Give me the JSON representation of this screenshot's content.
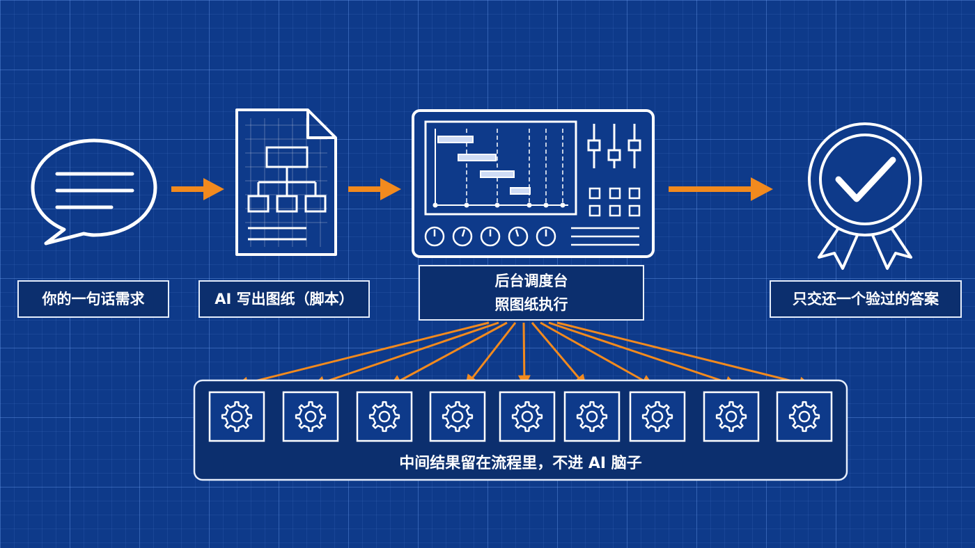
{
  "steps": [
    {
      "label": "你的一句话需求",
      "icon": "speech-bubble-icon"
    },
    {
      "label": "AI 写出图纸（脚本）",
      "icon": "document-flowchart-icon"
    },
    {
      "label_line1": "后台调度台",
      "label_line2": "照图纸执行",
      "icon": "dispatch-console-icon"
    },
    {
      "label": "只交还一个验过的答案",
      "icon": "verified-badge-icon"
    }
  ],
  "workers": {
    "count": 9,
    "icon": "gear-icon",
    "caption": "中间结果留在流程里，不进 AI 脑子"
  },
  "colors": {
    "background": "#0e3a8a",
    "line": "#e6eefc",
    "arrow": "#f28a1e",
    "box_fill": "#0c2f6e"
  }
}
